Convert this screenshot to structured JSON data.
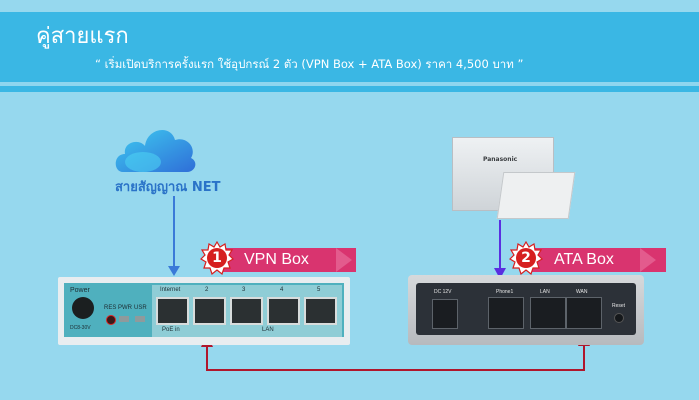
{
  "header": {
    "title": "คู่สายแรก",
    "subtitle": "“ เริ่มเปิดบริการครั้งแรก ใช้อุปกรณ์ 2 ตัว (VPN Box + ATA Box)  ราคา 4,500 บาท ”"
  },
  "cloud": {
    "label": "สายสัญญาณ NET",
    "icon": "cloud-icon"
  },
  "pbx": {
    "brand": "Panasonic",
    "icon": "pbx-phone-icon"
  },
  "devices": [
    {
      "step": "1",
      "name": "VPN Box"
    },
    {
      "step": "2",
      "name": "ATA Box"
    }
  ],
  "router": {
    "power_label": "Power",
    "power_spec": "DC8-30V",
    "res_label": "RES",
    "pwr_label": "PWR",
    "usr_label": "USR",
    "port_labels": [
      "Internet",
      "2",
      "3",
      "4",
      "5"
    ],
    "poe_label": "PoE in",
    "lan_label": "LAN"
  },
  "ata": {
    "power_spec": "DC 12V",
    "phone_label": "Phone1",
    "lan_label": "LAN",
    "wan_label": "WAN",
    "reset_label": "Reset"
  },
  "colors": {
    "banner": "#3ab7e4",
    "background": "#96d8ee",
    "ribbon": "#d9346f",
    "badge": "#d61f1f",
    "net_arrow": "#3a7ad8",
    "phone_arrow": "#5a2ee0",
    "link_line": "#b0162c"
  }
}
